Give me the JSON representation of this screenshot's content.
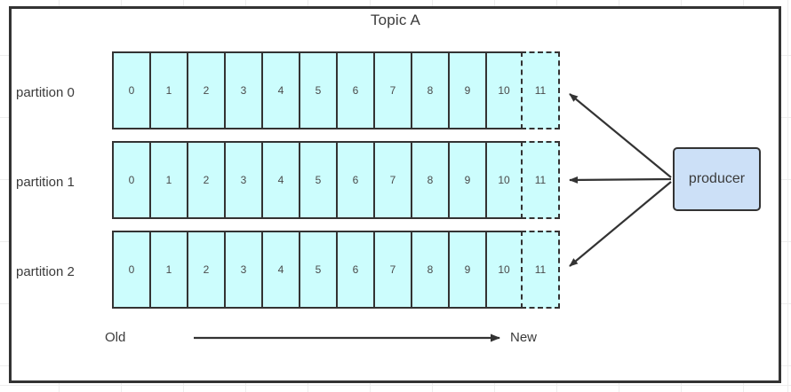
{
  "diagram": {
    "title": "Topic A",
    "producer": {
      "label": "producer"
    },
    "axis": {
      "old_label": "Old",
      "new_label": "New"
    },
    "partitions": [
      {
        "label": "partition 0",
        "offsets": [
          "0",
          "1",
          "2",
          "3",
          "4",
          "5",
          "6",
          "7",
          "8",
          "9",
          "10"
        ],
        "pending_offset": "11"
      },
      {
        "label": "partition 1",
        "offsets": [
          "0",
          "1",
          "2",
          "3",
          "4",
          "5",
          "6",
          "7",
          "8",
          "9",
          "10"
        ],
        "pending_offset": "11"
      },
      {
        "label": "partition 2",
        "offsets": [
          "0",
          "1",
          "2",
          "3",
          "4",
          "5",
          "6",
          "7",
          "8",
          "9",
          "10"
        ],
        "pending_offset": "11"
      }
    ],
    "colors": {
      "segment_fill": "#ccfdfd",
      "producer_fill": "#cce0f7",
      "stroke": "#333333",
      "text": "#3b3b3b",
      "page_background": "#ffffff"
    }
  }
}
